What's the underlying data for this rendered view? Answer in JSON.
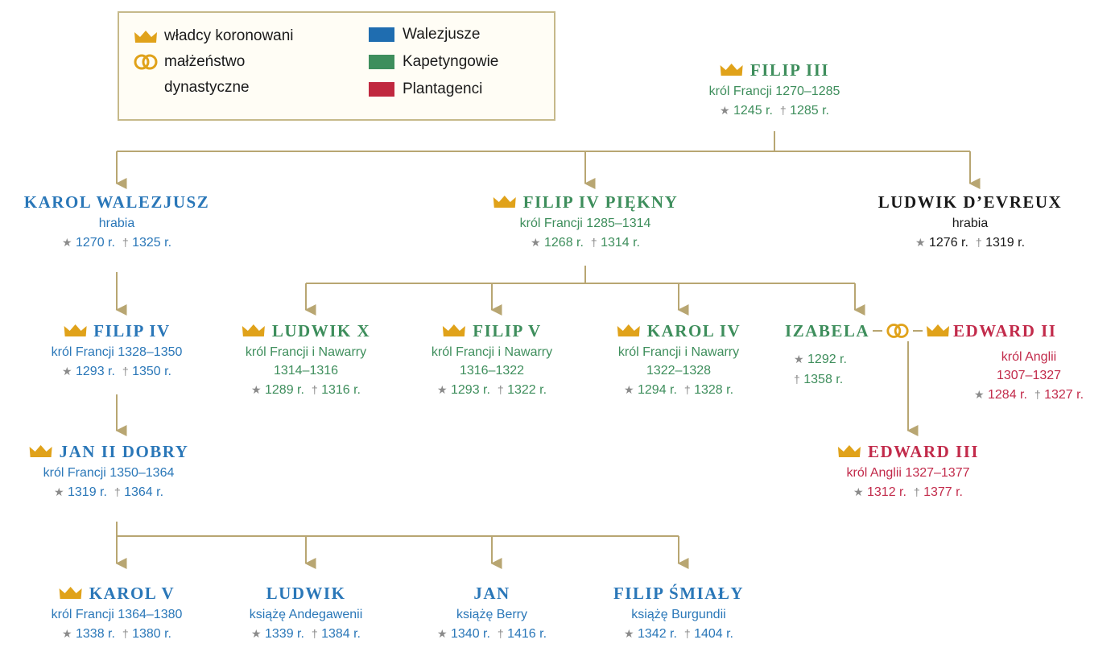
{
  "legend": {
    "crowned": "władcy koronowani",
    "marriage_line1": "małżeństwo",
    "marriage_line2": "dynastyczne",
    "dynasties": [
      {
        "label": "Walezjusze",
        "color": "#1f6db0"
      },
      {
        "label": "Kapetyngowie",
        "color": "#3e8e5c"
      },
      {
        "label": "Plantagenci",
        "color": "#c0283f"
      }
    ]
  },
  "colors": {
    "walezjusze": "#2a77b8",
    "kapetyngowie": "#3e8e5c",
    "plantagenci": "#c22b4b",
    "line": "#b8a672",
    "crown": "#e0a21a"
  },
  "persons": {
    "filip3": {
      "name": "FILIP III",
      "title": "król Francji 1270–1285",
      "born": "1245 r.",
      "died": "1285 r."
    },
    "karol_walezjusz": {
      "name": "KAROL WALEZJUSZ",
      "title": "hrabia",
      "born": "1270 r.",
      "died": "1325 r."
    },
    "filip4_piekny": {
      "name": "FILIP IV PIĘKNY",
      "title": "król Francji 1285–1314",
      "born": "1268 r.",
      "died": "1314 r."
    },
    "ludwik_devreux": {
      "name": "LUDWIK D’EVREUX",
      "title": "hrabia",
      "born": "1276 r.",
      "died": "1319 r."
    },
    "filip4": {
      "name": "FILIP IV",
      "title": "król Francji 1328–1350",
      "born": "1293 r.",
      "died": "1350 r."
    },
    "ludwik10": {
      "name": "LUDWIK X",
      "title": "król Francji i Nawarry",
      "years": "1314–1316",
      "born": "1289 r.",
      "died": "1316 r."
    },
    "filip5": {
      "name": "FILIP V",
      "title": "król Francji i Nawarry",
      "years": "1316–1322",
      "born": "1293 r.",
      "died": "1322 r."
    },
    "karol4": {
      "name": "KAROL IV",
      "title": "król Francji i Nawarry",
      "years": "1322–1328",
      "born": "1294 r.",
      "died": "1328 r."
    },
    "izabela": {
      "name": "IZABELA",
      "born": "1292 r.",
      "died": "1358 r."
    },
    "edward2": {
      "name": "EDWARD II",
      "title": "król Anglii",
      "years": "1307–1327",
      "born": "1284 r.",
      "died": "1327 r."
    },
    "jan2": {
      "name": "JAN II DOBRY",
      "title": "król Francji 1350–1364",
      "born": "1319 r.",
      "died": "1364 r."
    },
    "edward3": {
      "name": "EDWARD III",
      "title": "król Anglii 1327–1377",
      "born": "1312 r.",
      "died": "1377 r."
    },
    "karol5": {
      "name": "KAROL V",
      "title": "król Francji 1364–1380",
      "born": "1338 r.",
      "died": "1380 r."
    },
    "ludwik": {
      "name": "LUDWIK",
      "title": "książę Andegawenii",
      "born": "1339 r.",
      "died": "1384 r."
    },
    "jan": {
      "name": "JAN",
      "title": "książę Berry",
      "born": "1340 r.",
      "died": "1416 r."
    },
    "filip_smialy": {
      "name": "FILIP ŚMIAŁY",
      "title": "książę Burgundii",
      "born": "1342 r.",
      "died": "1404 r."
    }
  },
  "symbols": {
    "born": "★",
    "died": "†"
  }
}
